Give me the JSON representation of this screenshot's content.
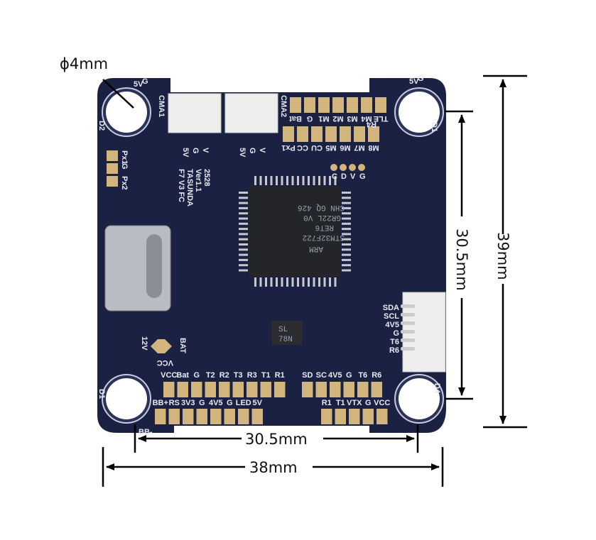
{
  "dimensions": {
    "hole": "ϕ4mm",
    "mount_vertical": "30.5mm",
    "board_height": "39mm",
    "mount_horizontal": "30.5mm",
    "board_width": "38mm"
  },
  "board": {
    "colors": {
      "pcb": "#1b2142",
      "pad": "#d2b57c",
      "silk": "#e8eaf2"
    },
    "model_label": "F7 V3 FC",
    "brand_label": "TASUNDA",
    "version_label": "Ver1.1",
    "code_label": "2528",
    "connector_left": "CMA1",
    "connector_right": "CMA2",
    "connector_pins_left": [
      "5V",
      "G",
      "V"
    ],
    "connector_pins_right": [
      "5V",
      "G",
      "V"
    ],
    "mcu_text": [
      "ARM",
      "STM32F722",
      "RET6",
      "GR22L V0",
      "CHN GQ 426"
    ],
    "top_row1_labels": [
      "Bat",
      "G",
      "M1",
      "M2",
      "M3",
      "M4",
      "TLE"
    ],
    "top_row1_extra": "R4",
    "top_row2_labels": [
      "Px1",
      "CC",
      "CU",
      "M5",
      "M6",
      "M7",
      "M8"
    ],
    "left_pads_labels": [
      "Px1",
      "G",
      "Px2"
    ],
    "cdvg_labels": [
      "C",
      "D",
      "V",
      "G"
    ],
    "side_connector_labels": [
      "SDA",
      "SCL",
      "4V5",
      "G",
      "T6",
      "R6"
    ],
    "power_labels": {
      "left": "12V",
      "right": "BAT",
      "bottom": "VCC"
    },
    "bottom_row1_left": [
      "VCC",
      "Bat",
      "G",
      "T2",
      "R2",
      "T3",
      "R3",
      "T1",
      "R1"
    ],
    "bottom_row1_right": [
      "SD",
      "SC",
      "4V5",
      "G",
      "T6",
      "R6"
    ],
    "bottom_row2_left": [
      "BB+",
      "RS",
      "3V3",
      "G",
      "4V5",
      "G",
      "LED",
      "5V"
    ],
    "bottom_row2_right": [
      "R1",
      "T1",
      "VTX",
      "G",
      "VCC"
    ],
    "bb_minus": "BB-",
    "corner_labels": [
      "D2",
      "D1",
      "D1",
      "D4"
    ],
    "corner_pad_labels": [
      "5V",
      "G"
    ],
    "chip_small": [
      "SL",
      "78N"
    ]
  }
}
